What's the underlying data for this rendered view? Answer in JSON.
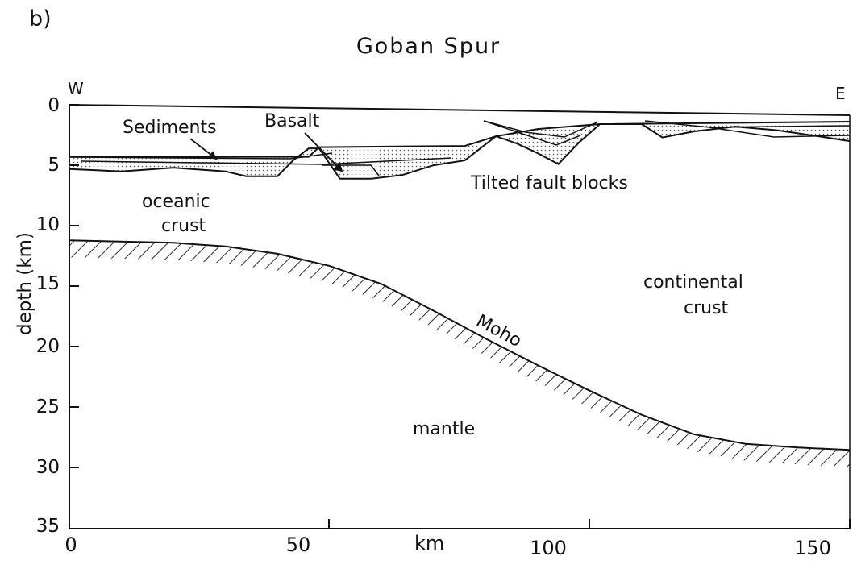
{
  "panel_label": "b)",
  "title": "Goban Spur",
  "direction": {
    "west": "W",
    "east": "E"
  },
  "axes": {
    "y_label": "depth (km)",
    "x_label": "km",
    "y_ticks": [
      "0",
      "5",
      "10",
      "15",
      "20",
      "25",
      "30",
      "35"
    ],
    "x_ticks": [
      "0",
      "50",
      "100",
      "150"
    ],
    "x_range_km": [
      0,
      150
    ],
    "y_range_km": [
      0,
      35
    ]
  },
  "labels": {
    "sediments": "Sediments",
    "basalt": "Basalt",
    "tilted_fault_blocks": "Tilted fault blocks",
    "oceanic_crust_line1": "oceanic",
    "oceanic_crust_line2": "crust",
    "continental_crust_line1": "continental",
    "continental_crust_line2": "crust",
    "moho": "Moho",
    "mantle": "mantle"
  },
  "profile": {
    "moho_depth_km": [
      [
        0,
        11.2
      ],
      [
        20,
        11.4
      ],
      [
        30,
        11.7
      ],
      [
        40,
        12.3
      ],
      [
        50,
        13.3
      ],
      [
        60,
        14.8
      ],
      [
        70,
        17.0
      ],
      [
        80,
        19.3
      ],
      [
        90,
        21.5
      ],
      [
        100,
        23.6
      ],
      [
        110,
        25.6
      ],
      [
        120,
        27.2
      ],
      [
        130,
        28.0
      ],
      [
        140,
        28.3
      ],
      [
        150,
        28.5
      ]
    ],
    "basement_depth_km": [
      [
        0,
        5.3
      ],
      [
        10,
        5.5
      ],
      [
        20,
        5.2
      ],
      [
        30,
        5.5
      ],
      [
        34,
        5.9
      ],
      [
        40,
        5.9
      ],
      [
        43,
        4.6
      ],
      [
        46,
        3.6
      ],
      [
        48,
        3.6
      ],
      [
        52,
        6.1
      ],
      [
        58,
        6.1
      ],
      [
        64,
        5.8
      ],
      [
        70,
        5.0
      ],
      [
        76,
        4.6
      ],
      [
        82,
        2.6
      ],
      [
        86,
        3.2
      ],
      [
        90,
        4.0
      ],
      [
        94,
        4.9
      ],
      [
        98,
        3.1
      ],
      [
        102,
        1.6
      ],
      [
        110,
        1.6
      ],
      [
        114,
        2.7
      ],
      [
        120,
        2.2
      ],
      [
        128,
        1.8
      ],
      [
        136,
        2.1
      ],
      [
        144,
        2.6
      ],
      [
        150,
        3.0
      ]
    ],
    "sea_floor_depth_km": [
      [
        0,
        4.3
      ],
      [
        46,
        4.3
      ],
      [
        48,
        3.5
      ],
      [
        76,
        3.4
      ],
      [
        82,
        2.6
      ],
      [
        90,
        2.0
      ],
      [
        102,
        1.6
      ],
      [
        150,
        1.4
      ]
    ]
  },
  "colors": {
    "ink": "#111111",
    "stipple": "#555555"
  }
}
